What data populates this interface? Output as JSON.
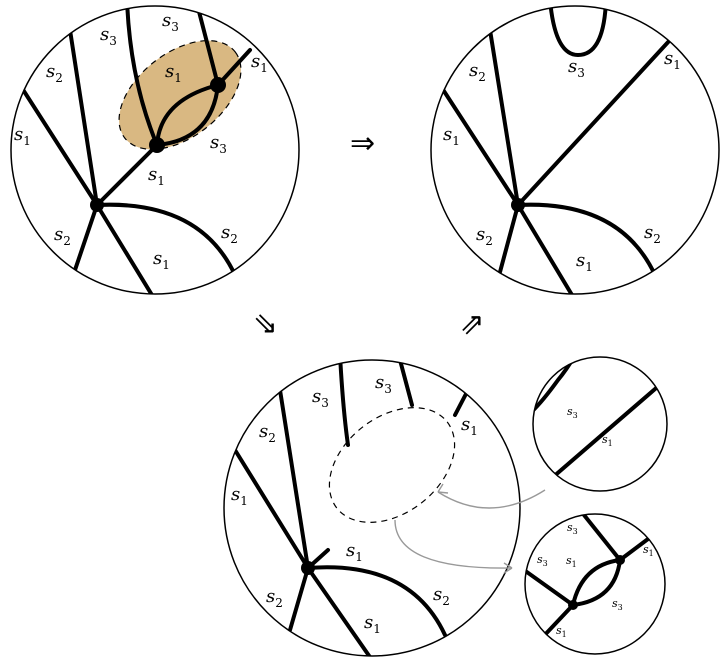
{
  "labels": {
    "s1": "1",
    "s2": "2",
    "s3": "3",
    "letter": "s"
  },
  "arrows": {
    "implies": "⇒"
  },
  "colors": {
    "highlight": "#d9b882",
    "gray_arrow": "#999999"
  }
}
